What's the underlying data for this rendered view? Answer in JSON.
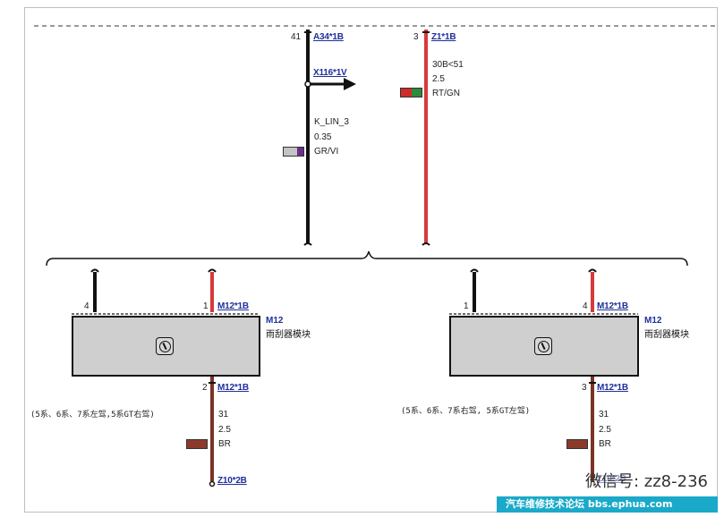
{
  "top_connectors": {
    "left": {
      "pin": "41",
      "connector": "A34*1B",
      "branch_connector": "X116*1V",
      "signal": "K_LIN_3",
      "size": "0.35",
      "color": "GR/VI",
      "swatch_colors": [
        "#c4c4c4",
        "#6a2e8c"
      ]
    },
    "right": {
      "pin": "3",
      "connector": "Z1*1B",
      "signal": "30B<51",
      "size": "2.5",
      "color": "RT/GN",
      "swatch_colors": [
        "#d12a2a",
        "#2e8b3a"
      ]
    }
  },
  "modules": [
    {
      "id": "M12",
      "name": "雨刮器模块",
      "top_pins": [
        {
          "pin": "4"
        },
        {
          "pin": "1",
          "connector": "M12*1B"
        }
      ],
      "bottom_pin": "2",
      "bottom_connector": "M12*1B",
      "note": "(5系、6系、7系左驾,5系GT右驾)",
      "wire": {
        "signal": "31",
        "size": "2.5",
        "color": "BR",
        "swatch_color": "#8b3a2a"
      },
      "ground": "Z10*2B"
    },
    {
      "id": "M12",
      "name": "雨刮器模块",
      "top_pins": [
        {
          "pin": "1"
        },
        {
          "pin": "4",
          "connector": "M12*1B"
        }
      ],
      "bottom_pin": "3",
      "bottom_connector": "M12*1B",
      "note": "(5系、6系、7系右驾, 5系GT左驾)",
      "wire": {
        "signal": "31",
        "size": "2.5",
        "color": "BR",
        "swatch_color": "#8b3a2a"
      },
      "ground": "Z10*2B"
    }
  ],
  "watermark": {
    "wechat": "微信号: zz8-236",
    "forum": "汽车维修技术论坛 bbs.ephua.com"
  },
  "wire_colors": {
    "black": "#111111",
    "red": "#d63a3a",
    "brown": "#7a3426",
    "blue_label": "#1f2f9c"
  }
}
